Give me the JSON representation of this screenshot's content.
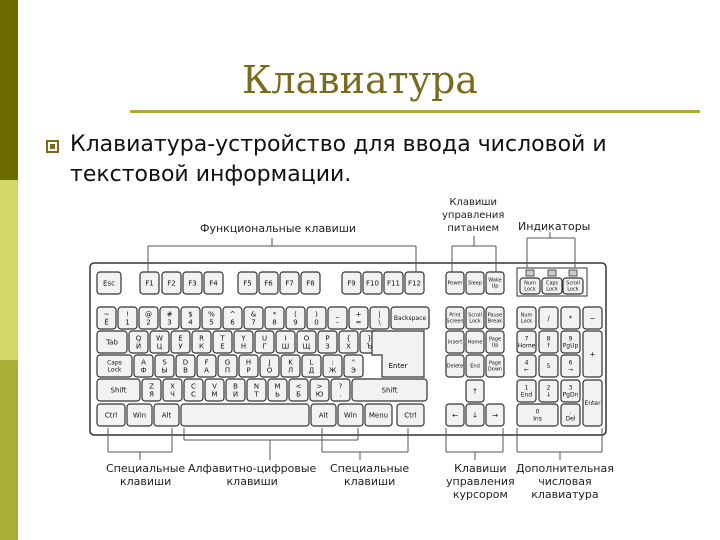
{
  "slide": {
    "title": "Клавиатура",
    "bullet_text": "Клавиатура-устройство для ввода числовой и текстовой информации."
  },
  "labels": {
    "function_keys": "Функциональные клавиши",
    "power_keys": "Клавиши\nуправления\nпитанием",
    "indicators": "Индикаторы",
    "special_keys_left": "Специальные\nклавиши",
    "alnum_keys": "Алфавитно-цифровые\nклавиши",
    "special_keys_right": "Специальные\nклавиши",
    "cursor_keys": "Клавиши\nуправления\nкурсором",
    "numpad": "Дополнительная\nчисловая\nклавиатура"
  },
  "keyboard": {
    "fkeys": [
      "Esc",
      "F1",
      "F2",
      "F3",
      "F4",
      "F5",
      "F6",
      "F7",
      "F8",
      "F9",
      "F10",
      "F11",
      "F12"
    ],
    "power": [
      "Power",
      "Sleep",
      "Wake Up"
    ],
    "indicators": [
      "Num Lock",
      "Caps Lock",
      "Scroll Lock"
    ],
    "nav_top": [
      "Print Screen",
      "Scroll Lock",
      "Pause Break"
    ],
    "nav_mid1": [
      "Insert",
      "Home",
      "Page Up"
    ],
    "nav_mid2": [
      "Delete",
      "End",
      "Page Down"
    ],
    "rows": [
      [
        "~ Ё",
        "! 1",
        "@ 2",
        "# 3",
        "$ 4",
        "% 5",
        "^ 6",
        "& 7",
        "* 8",
        "( 9",
        ") 0",
        "_ -",
        "+ =",
        "| \\",
        "Backspace"
      ],
      [
        "Tab",
        "Q Й",
        "W Ц",
        "E У",
        "R К",
        "T Е",
        "Y Н",
        "U Г",
        "I Ш",
        "O Щ",
        "P З",
        "{ Х",
        "} Ъ",
        "Enter"
      ],
      [
        "Caps Lock",
        "A Ф",
        "S Ы",
        "D В",
        "F А",
        "G П",
        "H Р",
        "J О",
        "K Л",
        "L Д",
        ": Ж",
        "\" Э"
      ],
      [
        "Shift",
        "Z Я",
        "X Ч",
        "C С",
        "V М",
        "B И",
        "N Т",
        "M Ь",
        "< Б",
        "> Ю",
        "? .",
        "Shift"
      ],
      [
        "Ctrl",
        "Win",
        "Alt",
        "",
        "Alt",
        "Win",
        "Menu",
        "Ctrl"
      ]
    ],
    "numpad": [
      "Num Lock",
      "/",
      "*",
      "−",
      "7 Home",
      "8 ↑",
      "9 PgUp",
      "+",
      "4 ←",
      "5",
      "6 →",
      "1 End",
      "2 ↓",
      "3 PgDn",
      "Enter",
      "0 Ins",
      ". Del"
    ]
  }
}
